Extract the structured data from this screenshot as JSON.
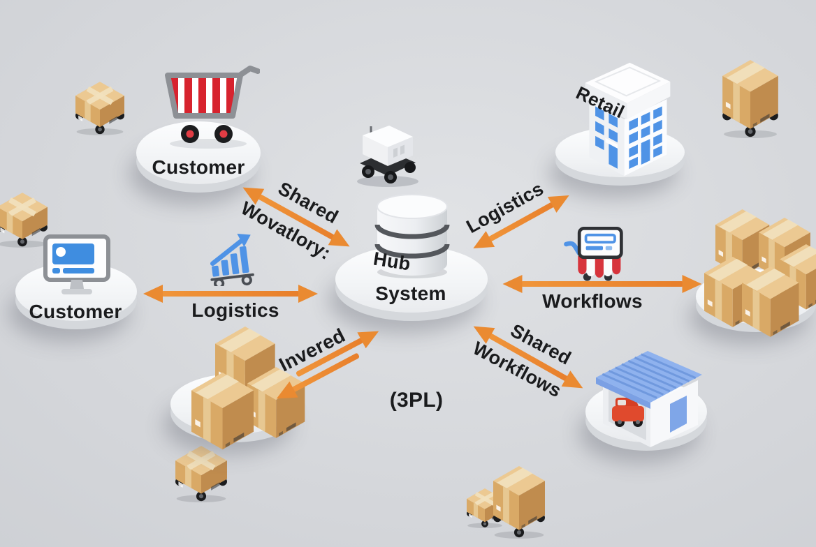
{
  "meta": {
    "caption": "(3PL)"
  },
  "hub": {
    "cylinder_label": "Hub",
    "platform_label": "System"
  },
  "nodes": {
    "customer_cart": {
      "label": "Customer"
    },
    "customer_monitor": {
      "label": "Customer"
    },
    "retail": {
      "label": "Retail"
    }
  },
  "edges": {
    "top_left": {
      "line1": "Shared",
      "line2": "Wovatlory:"
    },
    "top_right": {
      "label": "Logistics"
    },
    "left": {
      "label": "Logistics"
    },
    "right": {
      "label": "Workflows"
    },
    "bottom_right": {
      "line1": "Shared",
      "line2": "Workflows"
    },
    "bottom_left": {
      "label": "Invered"
    }
  },
  "colors": {
    "background": "#d2d4d8",
    "arrow_orange": "#EA8A31",
    "label_text": "#1a1b1d",
    "platform_white": "#f7f8fa",
    "accent_blue": "#4f93e6",
    "roof_blue": "#8fb2ee",
    "stripe_red": "#d7343c",
    "truck_red": "#e04a2d",
    "box_top": "#ecc992",
    "box_left": "#d9a966",
    "box_right": "#c08c4e"
  },
  "icons": {
    "hub": "database-icon",
    "customer_cart": "shopping-cart-icon",
    "customer_monitor": "desktop-monitor-icon",
    "retail": "retail-building-icon",
    "left_edge": "bar-chart-cart-icon",
    "right_edge": "awning-storefront-icon",
    "warehouse": "garage-truck-icon",
    "misc": [
      "cardboard-box-on-wheels-icon",
      "delivery-robot-icon",
      "box-stack-icon"
    ]
  }
}
